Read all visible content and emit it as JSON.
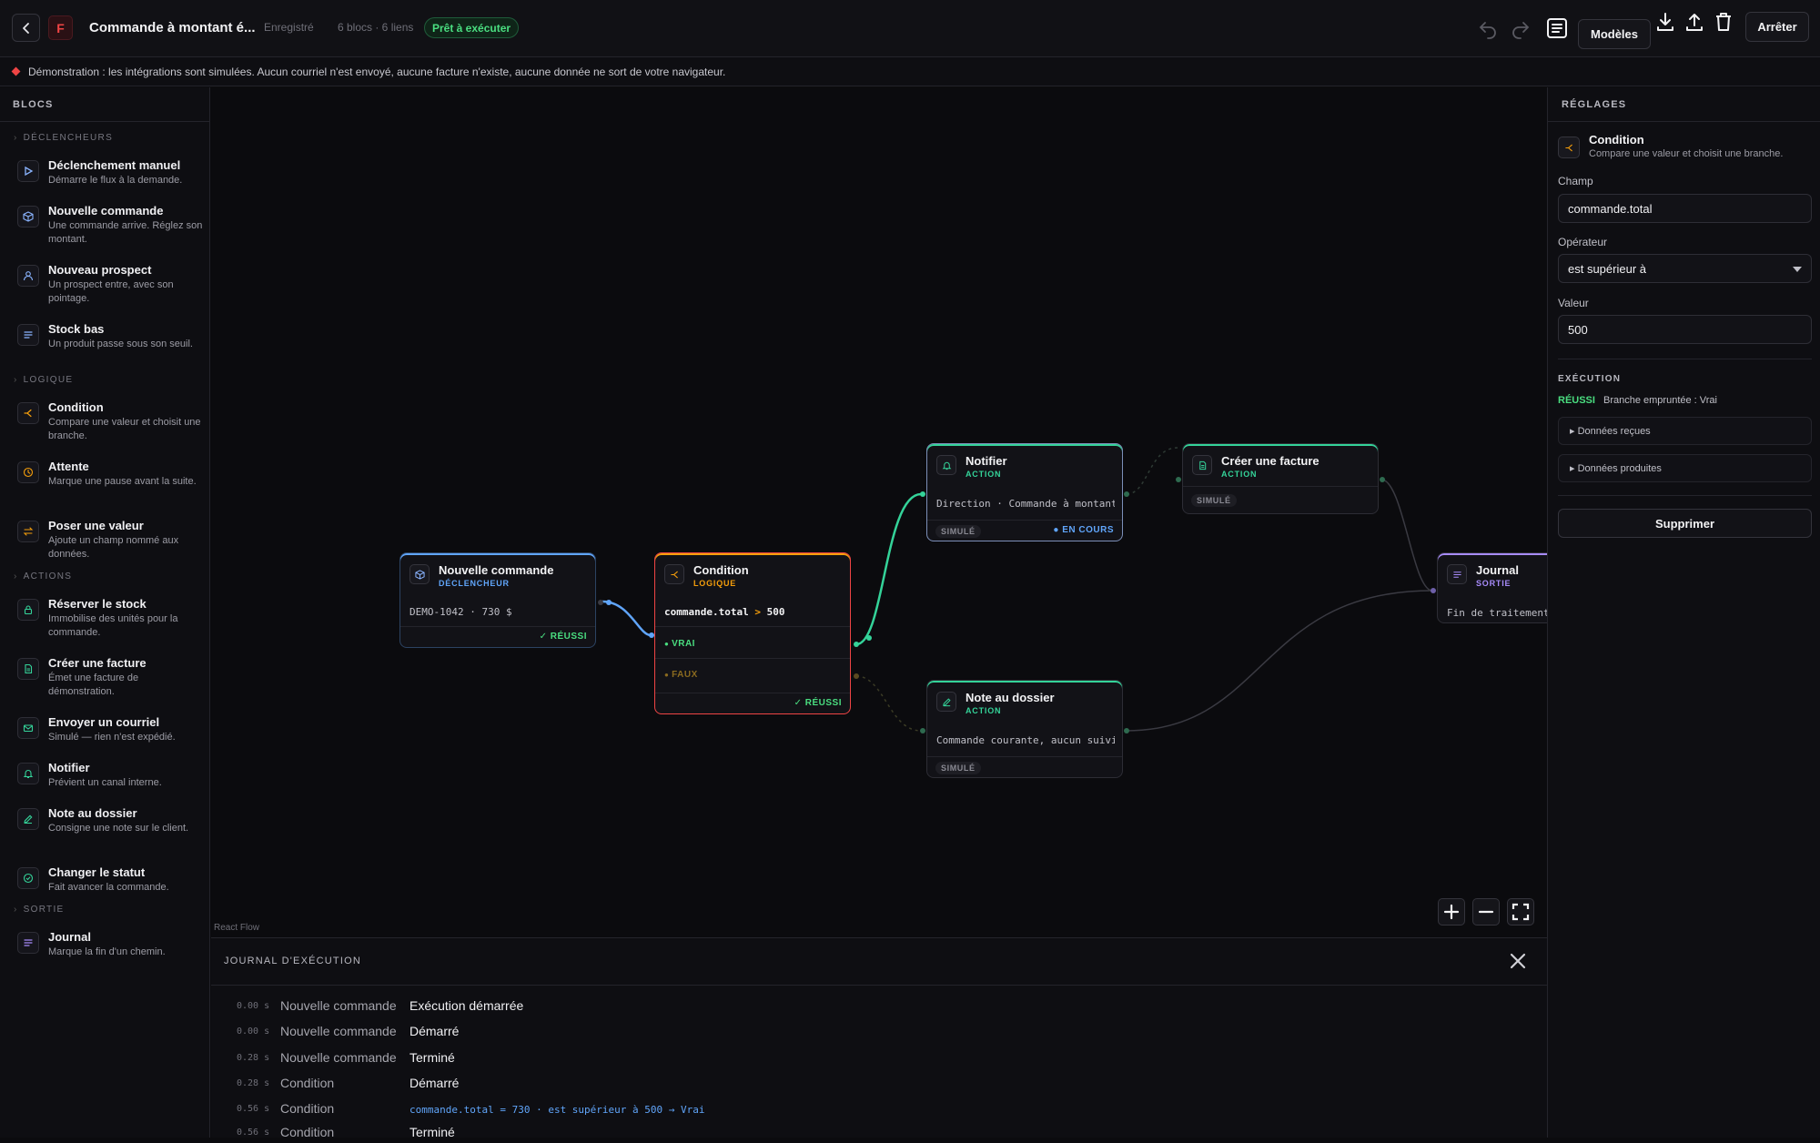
{
  "header": {
    "logo_letter": "F",
    "title": "Commande à montant é...",
    "saved": "Enregistré",
    "counts": "6 blocs · 6 liens",
    "ready_badge": "Prêt à exécuter",
    "templates_label": "Modèles",
    "stop_label": "Arrêter"
  },
  "banner": {
    "text": "Démonstration : les intégrations sont simulées. Aucun courriel n'est envoyé, aucune facture n'existe, aucune donnée ne sort de votre navigateur."
  },
  "sidebar": {
    "title": "BLOCS",
    "groups": [
      {
        "label": "DÉCLENCHEURS",
        "items": [
          {
            "name": "Déclenchement manuel",
            "desc": "Démarre le flux à la demande.",
            "icon": "play-icon"
          },
          {
            "name": "Nouvelle commande",
            "desc": "Une commande arrive. Réglez son montant.",
            "icon": "box-icon"
          },
          {
            "name": "Nouveau prospect",
            "desc": "Un prospect entre, avec son pointage.",
            "icon": "user-icon"
          },
          {
            "name": "Stock bas",
            "desc": "Un produit passe sous son seuil.",
            "icon": "list-icon"
          }
        ]
      },
      {
        "label": "LOGIQUE",
        "items": [
          {
            "name": "Condition",
            "desc": "Compare une valeur et choisit une branche.",
            "icon": "branch-icon"
          },
          {
            "name": "Attente",
            "desc": "Marque une pause avant la suite.",
            "icon": "clock-icon"
          },
          {
            "name": "Poser une valeur",
            "desc": "Ajoute un champ nommé aux données.",
            "icon": "swap-icon"
          }
        ]
      },
      {
        "label": "ACTIONS",
        "items": [
          {
            "name": "Réserver le stock",
            "desc": "Immobilise des unités pour la commande.",
            "icon": "lock-icon"
          },
          {
            "name": "Créer une facture",
            "desc": "Émet une facture de démonstration.",
            "icon": "file-icon"
          },
          {
            "name": "Envoyer un courriel",
            "desc": "Simulé — rien n'est expédié.",
            "icon": "mail-icon"
          },
          {
            "name": "Notifier",
            "desc": "Prévient un canal interne.",
            "icon": "bell-icon"
          },
          {
            "name": "Note au dossier",
            "desc": "Consigne une note sur le client.",
            "icon": "pencil-icon"
          },
          {
            "name": "Changer le statut",
            "desc": "Fait avancer la commande.",
            "icon": "check-circle-icon"
          }
        ]
      },
      {
        "label": "SORTIE",
        "items": [
          {
            "name": "Journal",
            "desc": "Marque la fin d'un chemin.",
            "icon": "journal-icon"
          }
        ]
      }
    ]
  },
  "nodes": {
    "order": {
      "name": "Nouvelle commande",
      "type": "DÉCLENCHEUR",
      "body": "DEMO-1042 · 730 $",
      "status": "✓ RÉUSSI"
    },
    "condition": {
      "name": "Condition",
      "type": "LOGIQUE",
      "field": "commande.total",
      "op": ">",
      "value": "500",
      "true_label": "VRAI",
      "false_label": "FAUX",
      "status": "✓ RÉUSSI"
    },
    "notify": {
      "name": "Notifier",
      "type": "ACTION",
      "body": "Direction · Commande à montant…",
      "pill": "SIMULÉ",
      "status": "● EN COURS"
    },
    "invoice": {
      "name": "Créer une facture",
      "type": "ACTION",
      "pill": "SIMULÉ"
    },
    "note": {
      "name": "Note au dossier",
      "type": "ACTION",
      "body": "Commande courante, aucun suivi…",
      "pill": "SIMULÉ"
    },
    "journal": {
      "name": "Journal",
      "type": "SORTIE",
      "body": "Fin de traitement"
    }
  },
  "canvas": {
    "attribution": "React Flow"
  },
  "log": {
    "title": "JOURNAL D'EXÉCUTION",
    "rows": [
      {
        "t": "0.00 s",
        "src": "Nouvelle commande",
        "msg": "Exécution démarrée",
        "code": false
      },
      {
        "t": "0.00 s",
        "src": "Nouvelle commande",
        "msg": "Démarré",
        "code": false
      },
      {
        "t": "0.28 s",
        "src": "Nouvelle commande",
        "msg": "Terminé",
        "code": false
      },
      {
        "t": "0.28 s",
        "src": "Condition",
        "msg": "Démarré",
        "code": false
      },
      {
        "t": "0.56 s",
        "src": "Condition",
        "msg": "commande.total = 730 · est supérieur à 500 → Vrai",
        "code": true
      },
      {
        "t": "0.56 s",
        "src": "Condition",
        "msg": "Terminé",
        "code": false
      }
    ]
  },
  "settings": {
    "title": "RÉGLAGES",
    "block_name": "Condition",
    "block_desc": "Compare une valeur et choisit une branche.",
    "field_label": "Champ",
    "field_value": "commande.total",
    "operator_label": "Opérateur",
    "operator_value": "est supérieur à",
    "value_label": "Valeur",
    "value_value": "500",
    "exec_title": "EXÉCUTION",
    "exec_status": "RÉUSSI",
    "exec_branch": "Branche empruntée : Vrai",
    "received_label": "▸ Données reçues",
    "produced_label": "▸ Données produites",
    "delete_label": "Supprimer"
  },
  "colors": {
    "accent_green": "#4ade80",
    "accent_blue": "#60a5fa",
    "accent_red": "#ef4444",
    "accent_orange": "#f59e0b",
    "accent_purple": "#a78bfa"
  }
}
